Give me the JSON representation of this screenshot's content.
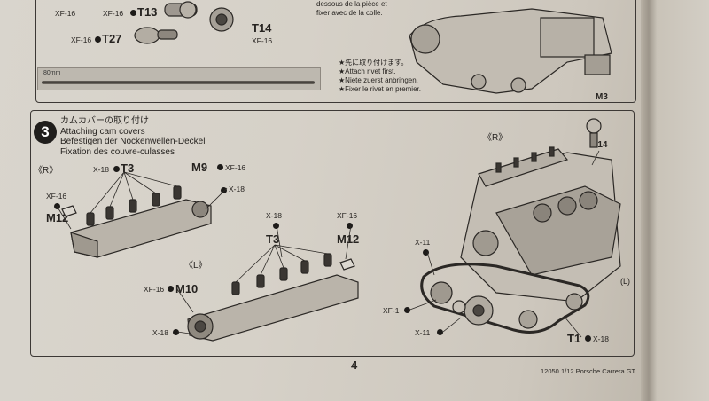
{
  "top_section": {
    "labels": {
      "xf16_a": "XF-16",
      "xf16_t13": "XF-16",
      "t13": "T13",
      "xf16_t27": "XF-16",
      "t27": "T27",
      "t14": "T14",
      "xf16_t14": "XF-16"
    },
    "glue_text": [
      "dessous de la pièce et",
      "fixer avec de la colle."
    ],
    "rivet_notes": [
      "★先に取り付けます。",
      "★Attach rivet first.",
      "★Niete zuerst anbringen.",
      "★Fixer le rivet en premier."
    ],
    "ruler_label": "80mm",
    "m3_label": "M3"
  },
  "step": {
    "number": "3",
    "title_jp": "カムカバーの取り付け",
    "title_en": "Attaching cam covers",
    "title_de": "Befestigen der Nockenwellen-Deckel",
    "title_fr": "Fixation des couvre-culasses"
  },
  "left_assembly": {
    "side_r": "《R》",
    "x18_t3": "X-18",
    "t3": "T3",
    "m9": "M9",
    "xf16_m9": "XF-16",
    "x18_m9": "X-18",
    "xf16_m12": "XF-16",
    "m12": "M12"
  },
  "middle_assembly": {
    "x18_t3": "X-18",
    "t3": "T3",
    "xf16_m12": "XF-16",
    "m12": "M12",
    "side_l": "《L》",
    "xf16_m10": "XF-16",
    "m10": "M10",
    "x18_bottom": "X-18"
  },
  "engine_assembly": {
    "side_r": "《R》",
    "m14": "M14",
    "x11_top": "X-11",
    "xf1": "XF-1",
    "x11_bottom": "X-11",
    "t1": "T1",
    "x18_t1": "X-18",
    "side_l": "(L)"
  },
  "page_number": "4",
  "footer": "12050  1/12 Porsche Carrera GT"
}
